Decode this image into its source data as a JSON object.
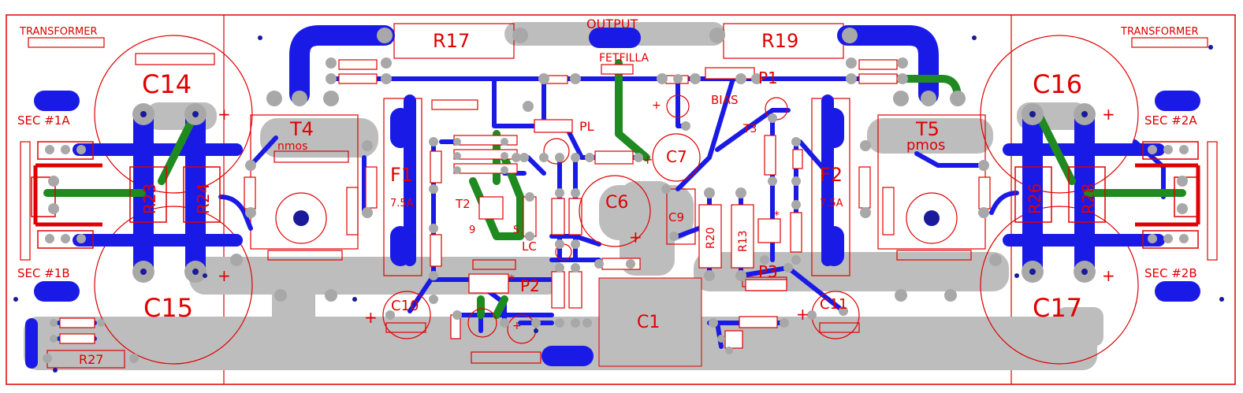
{
  "colors": {
    "copper_top": "#1a1ae6",
    "copper_bottom": "#1f8a1f",
    "silk": "#e00000",
    "plane": "#bdbdbd",
    "pad": "#a8a8a8",
    "drill": "#1a1a9a",
    "background": "#ffffff"
  },
  "labels": {
    "output": "OUTPUT",
    "fetfilla": "FETFILLA",
    "transformer_left": "TRANSFORMER",
    "transformer_right": "TRANSFORMER",
    "sec_1a": "SEC #1A",
    "sec_1b": "SEC #1B",
    "sec_2a": "SEC #2A",
    "sec_2b": "SEC #2B",
    "c14": "C14",
    "c15": "C15",
    "c16": "C16",
    "c17": "C17",
    "r17": "R17",
    "r19": "R19",
    "r27": "R27",
    "r23": "R23",
    "r24": "R24",
    "r26": "R26",
    "r28": "R28",
    "t4": "T4",
    "t4_sub": "nmos",
    "t5": "T5",
    "t5_sub": "pmos",
    "f1": "F1",
    "f1_rating": "7.5A",
    "f2": "F2",
    "f2_rating": "7.5A",
    "t2": "T2",
    "t3": "T3",
    "c6": "C6",
    "c7": "C7",
    "c9": "C9",
    "c10": "C10",
    "c11": "C11",
    "c1": "C1",
    "p1": "P1",
    "p2": "P2",
    "p3": "P3",
    "bias": "BIAS",
    "pl": "PL",
    "lc": "LC",
    "g": "9",
    "s": "S",
    "r20": "R20",
    "r13": "R13",
    "plus": "+",
    "star": "*"
  }
}
